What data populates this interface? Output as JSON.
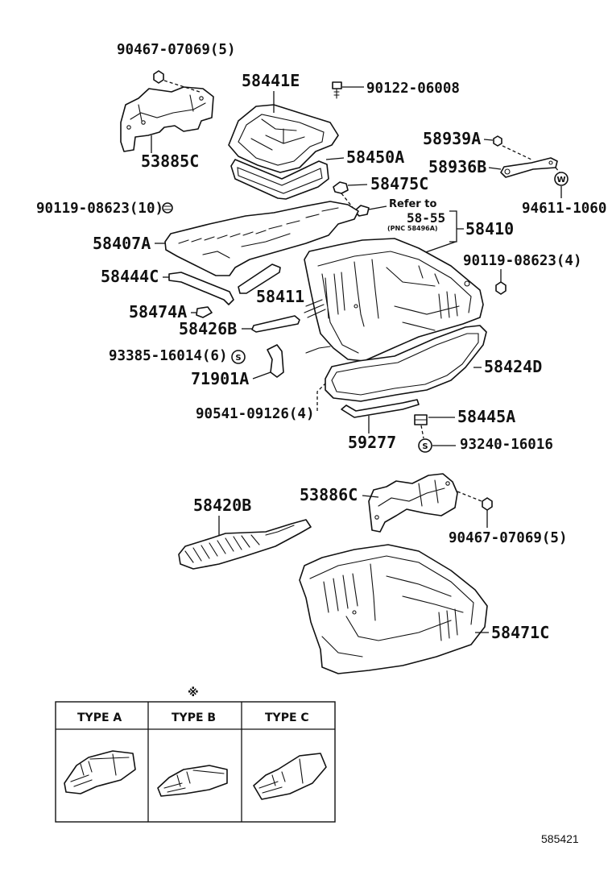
{
  "diagram": {
    "callouts": {
      "bolt_top_left": "90467-07069(5)",
      "cover": "58441E",
      "screw_90122": "90122-06008",
      "bolt_58939a": "58939A",
      "bracket_58936b": "58936B",
      "bracket_left": "53885C",
      "gasket_cover": "58450A",
      "clip_58475c": "58475C",
      "bolt_90119_10": "90119-08623(10)",
      "washer_94611": "94611-1060",
      "panel_main": "58410",
      "plate_58407a": "58407A",
      "bolt_90119_4": "90119-08623(4)",
      "rod_58444c": "58444C",
      "bar_58411": "58411",
      "clip_58474a": "58474A",
      "bar_58426b": "58426B",
      "screw_93385": "93385-16014(6)",
      "gasket_58424d": "58424D",
      "clip_71901a": "71901A",
      "nut_90541": "90541-09126(4)",
      "nut_58445a": "58445A",
      "rod_59277": "59277",
      "screw_93240": "93240-16016",
      "bracket_right": "53886C",
      "heat_shield": "58420B",
      "bolt_lower_right": "90467-07069(5)",
      "panel_lower": "58471C"
    },
    "reference_note": {
      "line1": "Refer to",
      "line2": "58-55",
      "line3": "(PNC 58496A)"
    },
    "symbols": {
      "s_mark": "S",
      "w_mark": "W"
    },
    "type_table": {
      "marker": "※",
      "columns": [
        "TYPE A",
        "TYPE B",
        "TYPE C"
      ]
    },
    "figure_id": "585421"
  }
}
